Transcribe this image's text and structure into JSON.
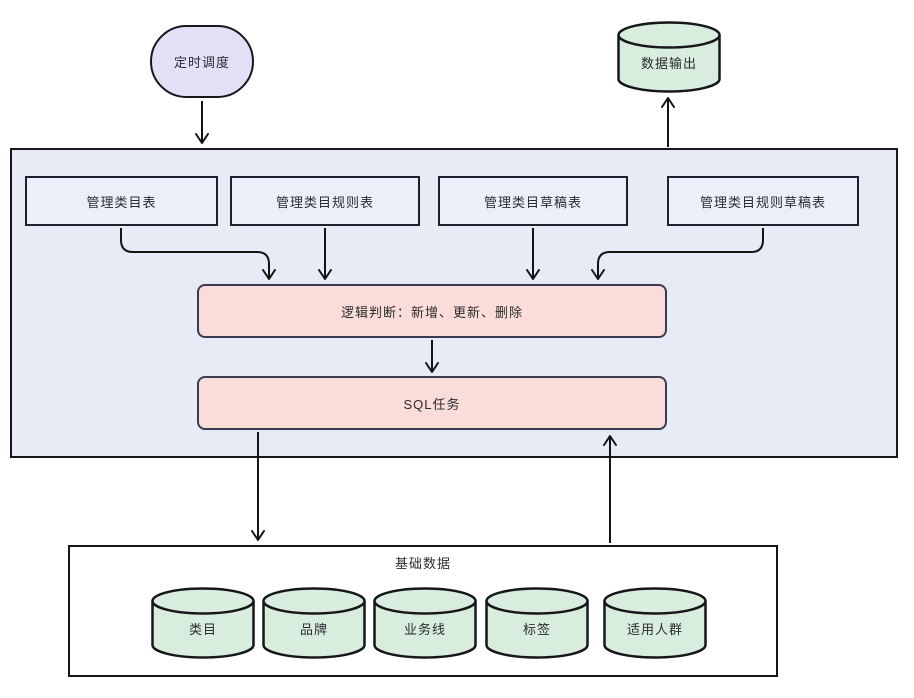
{
  "diagram": {
    "scheduler_label": "定时调度",
    "output_label": "数据输出",
    "tables": [
      "管理类目表",
      "管理类目规则表",
      "管理类目草稿表",
      "管理类目规则草稿表"
    ],
    "logic_label": "逻辑判断：新增、更新、删除",
    "sql_label": "SQL任务",
    "base": {
      "title": "基础数据",
      "stores": [
        "类目",
        "品牌",
        "业务线",
        "标签",
        "适用人群"
      ]
    },
    "colors": {
      "terminator_fill": "#E5DEF7",
      "container_fill": "#E6EBF6",
      "table_fill": "#EBEFF9",
      "process_fill": "#FADCD9",
      "datastore_fill": "#D8EDDD",
      "line": "#141414"
    }
  }
}
